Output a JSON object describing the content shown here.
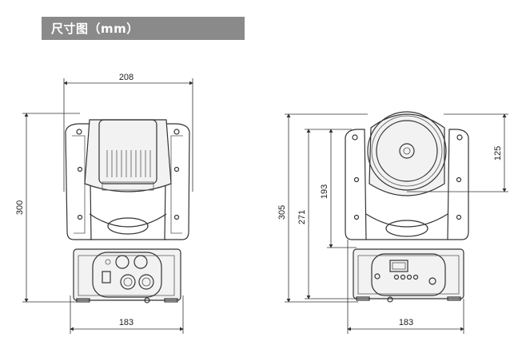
{
  "header": {
    "title": "尺寸图（mm）"
  },
  "front_view": {
    "width_label": "208",
    "height_label": "300",
    "base_width_label": "183"
  },
  "side_view": {
    "total_height_label": "305",
    "body_height_label": "271",
    "head_height_label": "193",
    "lens_height_label": "125",
    "base_width_label": "183"
  },
  "colors": {
    "header_bg": "#8a8a8a",
    "line": "#333333"
  }
}
